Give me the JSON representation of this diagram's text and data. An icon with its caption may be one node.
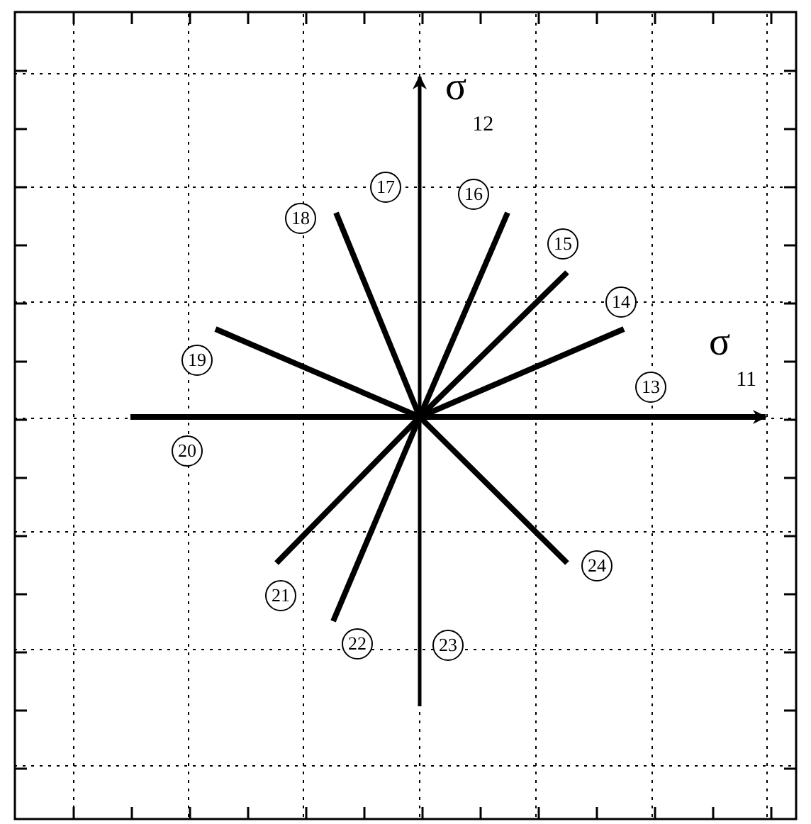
{
  "diagram": {
    "labels": [
      "σ$_{12}$",
      "17",
      "16",
      "18",
      "15",
      "14",
      "19",
      "σ$_{11}$",
      "13",
      "20",
      "24",
      "21",
      "22",
      "23"
    ]
  }
}
